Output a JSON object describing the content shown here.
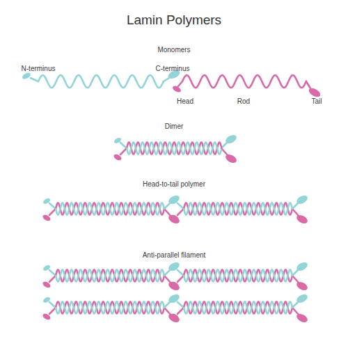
{
  "diagram": {
    "title": "Lamin Polymers",
    "labels": [
      "Monomers",
      "N-terminus",
      "C-terminus",
      "Head",
      "Rod",
      "Tail",
      "Dimer",
      "Head-to-tail polymer",
      "Anti-parallel filament"
    ]
  }
}
